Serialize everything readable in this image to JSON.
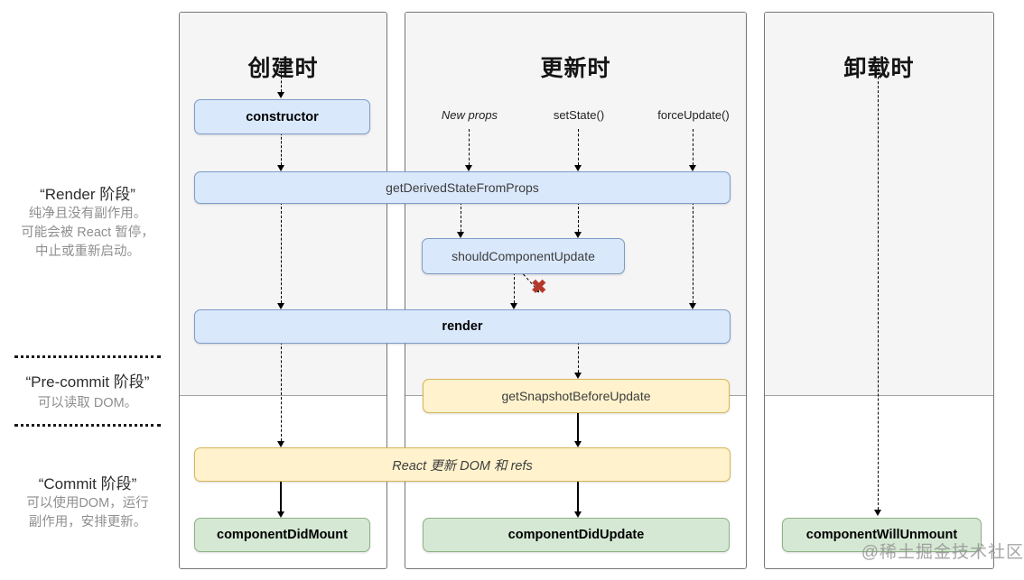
{
  "colors": {
    "blue_fill": "#dae8fc",
    "blue_border": "#7e9cc8",
    "yellow_fill": "#fff2cc",
    "yellow_border": "#d6b656",
    "green_fill": "#d5e8d4",
    "green_border": "#8fb284",
    "column_shade": "#f5f5f5",
    "blocked_red": "#b5382a"
  },
  "sidebar": {
    "phases": [
      {
        "title": "“Render 阶段”",
        "desc": [
          "纯净且没有副作用。",
          "可能会被 React 暂停，",
          "中止或重新启动。"
        ]
      },
      {
        "title": "“Pre-commit 阶段”",
        "desc": [
          "可以读取 DOM。"
        ]
      },
      {
        "title": "“Commit 阶段”",
        "desc": [
          "可以使用DOM，运行",
          "副作用，安排更新。"
        ]
      }
    ]
  },
  "columns": {
    "mount": {
      "title": "创建时"
    },
    "update": {
      "title": "更新时"
    },
    "unmount": {
      "title": "卸载时"
    }
  },
  "triggers": {
    "new_props": "New props",
    "set_state": "setState()",
    "force_update": "forceUpdate()"
  },
  "nodes": {
    "ctor": "constructor",
    "get_derived_state_from_props": "getDerivedStateFromProps",
    "should_component_update": "shouldComponentUpdate",
    "render": "render",
    "get_snapshot_before_update": "getSnapshotBeforeUpdate",
    "react_updates_dom": "React 更新 DOM 和 refs",
    "component_did_mount": "componentDidMount",
    "component_did_update": "componentDidUpdate",
    "component_will_unmount": "componentWillUnmount"
  },
  "icons": {
    "blocked": "✖"
  },
  "watermark": "@稀土掘金技术社区"
}
